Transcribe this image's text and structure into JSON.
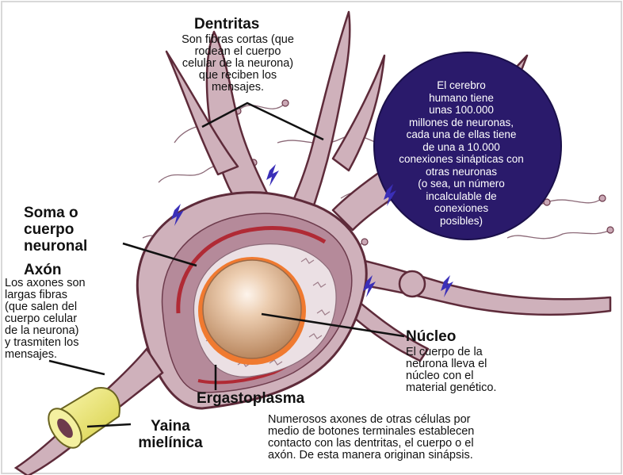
{
  "dentritas": {
    "title": "Dentritas",
    "desc": [
      "Son fibras cortas (que",
      "rodean el cuerpo",
      "celular de la neurona)",
      "que reciben los",
      "mensajes."
    ]
  },
  "circle_note": [
    "El cerebro",
    "humano tiene",
    "unas 100.000",
    "millones de neuronas,",
    "cada una de ellas tiene",
    "de una a 10.000",
    "conexiones sinápticas con",
    "otras neuronas",
    "(o sea, un número",
    "incalculable de",
    "conexiones",
    "posibles)"
  ],
  "soma": {
    "title": [
      "Soma o",
      "cuerpo",
      "neuronal"
    ]
  },
  "axon": {
    "title": "Axón",
    "desc": [
      "Los axones son",
      "largas fibras",
      "(que salen del",
      "cuerpo celular",
      "de la neurona)",
      "y trasmiten los",
      "mensajes."
    ]
  },
  "nucleo": {
    "title": "Núcleo",
    "desc": [
      "El cuerpo de la",
      "neurona lleva el",
      "núcleo con el",
      "material genético."
    ]
  },
  "ergastoplasma": {
    "title": "Ergastoplasma"
  },
  "yaina": {
    "title": [
      "Yaina",
      "mielínica"
    ]
  },
  "bottom_note": [
    "Numerosos axones de otras células por",
    "medio de botones terminales establecen",
    "contacto con las dentritas, el cuerpo o el",
    "axón. De esta manera originan sinápsis."
  ],
  "colors": {
    "neuron_fill": "#cfb1bb",
    "neuron_outline": "#5e2b3a",
    "circle_fill": "#2a1a6b",
    "nucleus_fill": "#d9a77e",
    "membrane_red": "#b02a35",
    "myelin_yellow": "#e8e36a",
    "spark_blue": "#3a2fb8"
  },
  "icons": [
    "lightning-spark-icon"
  ]
}
